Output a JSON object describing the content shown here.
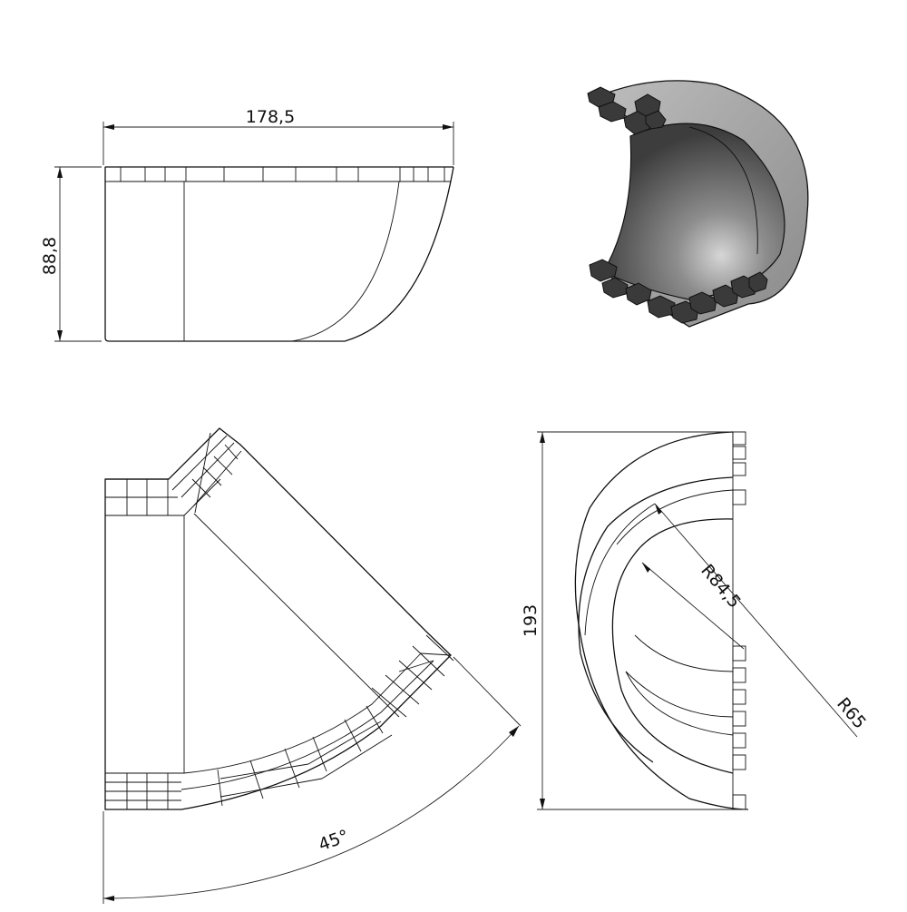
{
  "dimensions": {
    "length": "178,5",
    "height": "88,8",
    "overall_height": "193",
    "outer_radius": "R84,5",
    "inner_radius": "R65",
    "angle": "45°"
  },
  "views": [
    "front-view",
    "isometric-view",
    "top-view",
    "side-view"
  ],
  "colors": {
    "line": "#111111",
    "shading_dark": "#3a3a3a",
    "shading_light": "#a6a6a6"
  }
}
